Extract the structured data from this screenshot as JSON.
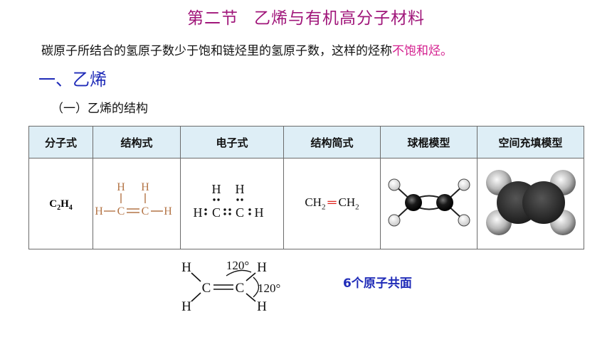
{
  "title": {
    "section": "第二节",
    "topic": "乙烯与有机高分子材料"
  },
  "intro": {
    "text": "碳原子所结合的氢原子数少于饱和链烃里的氢原子数，这样的烃称",
    "highlight": "不饱和烃。"
  },
  "heading1": "一、乙烯",
  "heading2": "（一）乙烯的结构",
  "table": {
    "headers": [
      "分子式",
      "结构式",
      "电子式",
      "结构简式",
      "球棍模型",
      "空间充填模型"
    ],
    "formula": {
      "c": "C",
      "n1": "2",
      "h": "H",
      "n2": "4"
    },
    "simple_formula": {
      "left": "CH",
      "sub1": "2",
      "bond": "═",
      "right": "CH",
      "sub2": "2"
    }
  },
  "diagram": {
    "h": "H",
    "c": "C",
    "angle1": "120°",
    "angle2": "120°"
  },
  "note": "6个原子共面",
  "colors": {
    "title": "#a0167a",
    "heading": "#1f2bb8",
    "highlight": "#d4208f",
    "header_bg": "#deeef6",
    "struct_formula": "#b47547",
    "double_bond": "#e0201b"
  }
}
